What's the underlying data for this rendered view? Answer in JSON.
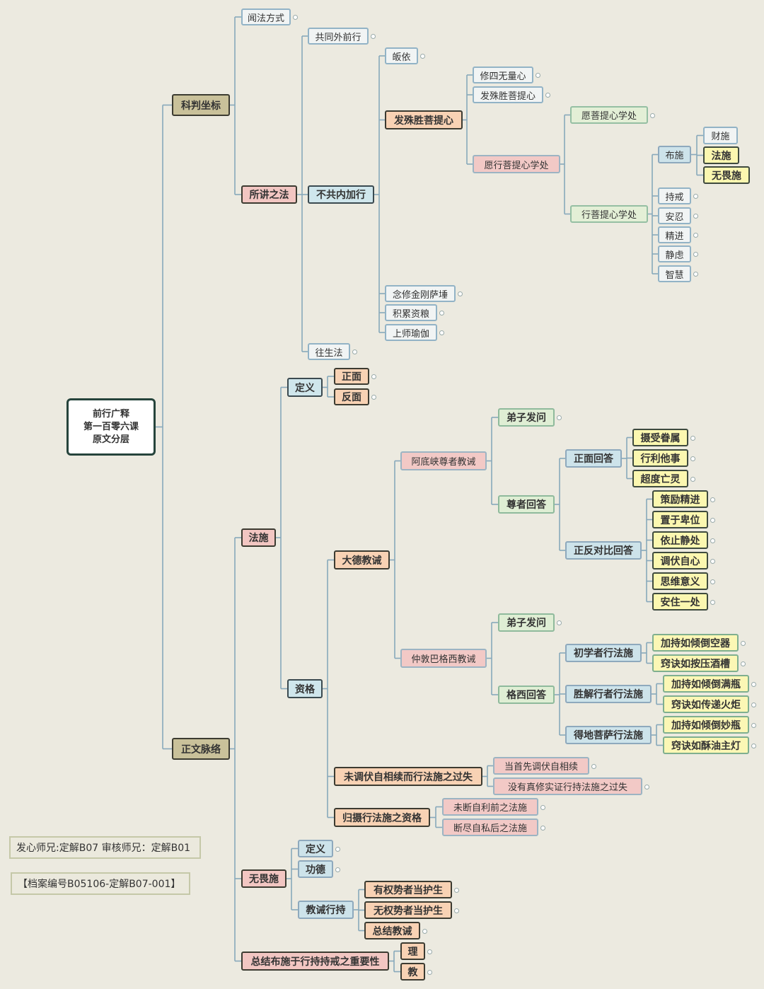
{
  "root": {
    "line1": "前行广释",
    "line2": "第一百零六课",
    "line3": "原文分层"
  },
  "n": {
    "kepan": "科判坐标",
    "wenfa": "闻法方式",
    "suojiang": "所讲之法",
    "gongtong": "共同外前行",
    "bugong": "不共内加行",
    "guiyi": "皈依",
    "faxin": "发殊胜菩提心",
    "xiusi": "修四无量心",
    "faxinp": "发殊胜菩提心",
    "yuanxing": "愿行菩提心学处",
    "yuanpu": "愿菩提心学处",
    "xingpu": "行菩提心学处",
    "bushi": "布施",
    "caishi": "财施",
    "fashi": "法施",
    "wuwei": "无畏施",
    "chijie": "持戒",
    "anren": "安忍",
    "jingjin": "精进",
    "jinglv": "静虑",
    "zhihui": "智慧",
    "nianxiu": "念修金刚萨埵",
    "jilei": "积累资粮",
    "shangshi": "上师瑜伽",
    "wangsheng": "往生法",
    "zhengwen": "正文脉络",
    "fashi2": "法施",
    "dingyi": "定义",
    "zhengmian": "正面",
    "fanmian": "反面",
    "zige": "资格",
    "dade": "大德教诫",
    "adi": "阿底峡尊者教诫",
    "dizi1": "弟子发问",
    "zunzhe": "尊者回答",
    "zhenghui": "正面回答",
    "shesou": "摄受眷属",
    "xingli": "行利他事",
    "chaodu": "超度亡灵",
    "zhengfan": "正反对比回答",
    "cejl": "策励精进",
    "zhiyu": "置于卑位",
    "yizhi": "依止静处",
    "tiaofu": "调伏自心",
    "siwei": "思维意义",
    "anzhu": "安住一处",
    "zhongdun": "仲敦巴格西教诫",
    "dizi2": "弟子发问",
    "gexi": "格西回答",
    "chuxue": "初学者行法施",
    "jc1": "加持如倾倒空器",
    "qj1": "窍诀如按压酒槽",
    "shengjie": "胜解行者行法施",
    "jc2": "加持如倾倒满瓶",
    "qj2": "窍诀如传递火炬",
    "dedi": "得地菩萨行法施",
    "jc3": "加持如倾倒妙瓶",
    "qj3": "窍诀如酥油主灯",
    "weitiao": "未调伏自相续而行法施之过失",
    "dangshou": "当首先调伏自相续",
    "meiyou": "没有真修实证行持法施之过失",
    "guishe": "归摄行法施之资格",
    "weiduan": "未断自利前之法施",
    "duanjin": "断尽自私后之法施",
    "wuwei2": "无畏施",
    "dingyi2": "定义",
    "gongde": "功德",
    "jiaojie": "教诫行持",
    "youquan": "有权势者当护生",
    "wuquan": "无权势者当护生",
    "zongjie": "总结教诫",
    "zongjieb": "总结布施于行持持戒之重要性",
    "li": "理",
    "jiao": "教"
  },
  "info": {
    "line1": "发心师兄:定解B07 审核师兄：定解B01",
    "line2": "【档案编号B05106-定解B07-001】"
  },
  "colors": {
    "line": "#87a8bb",
    "background": "#eceae0"
  }
}
